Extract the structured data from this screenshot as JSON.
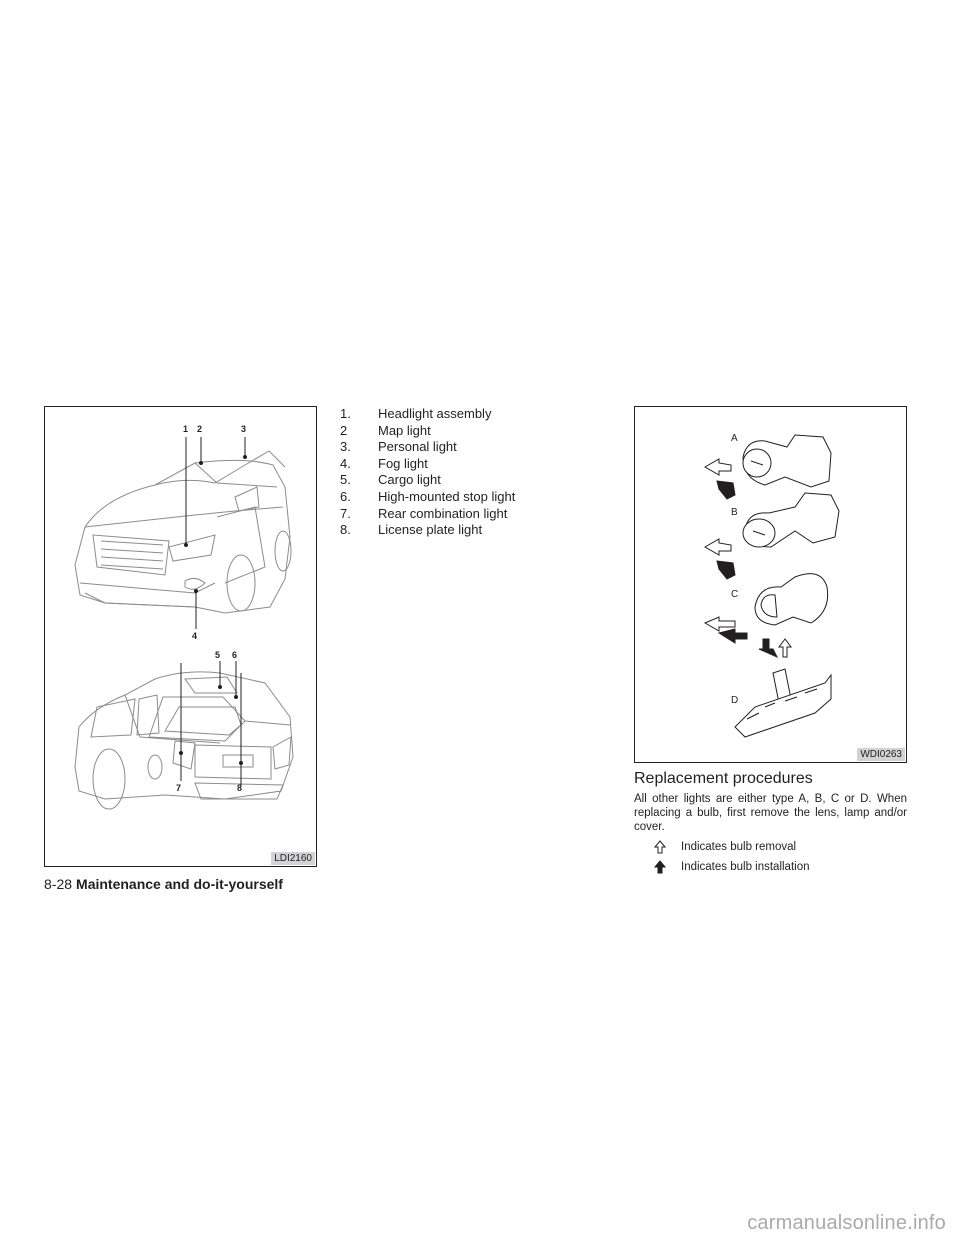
{
  "left_figure": {
    "callouts": [
      "1",
      "2",
      "3",
      "4",
      "5",
      "6",
      "7",
      "8"
    ],
    "code": "LDI2160"
  },
  "legend": [
    {
      "num": "1.",
      "text": "Headlight assembly"
    },
    {
      "num": "2",
      "text": "Map light"
    },
    {
      "num": "3.",
      "text": "Personal light"
    },
    {
      "num": "4.",
      "text": "Fog light"
    },
    {
      "num": "5.",
      "text": "Cargo light"
    },
    {
      "num": "6.",
      "text": "High-mounted stop light"
    },
    {
      "num": "7.",
      "text": "Rear combination light"
    },
    {
      "num": "8.",
      "text": "License plate light"
    }
  ],
  "right_figure": {
    "types": [
      "A",
      "B",
      "C",
      "D"
    ],
    "code": "WDI0263"
  },
  "section": {
    "heading": "Replacement procedures",
    "body": "All other lights are either type A, B, C or D. When replacing a bulb, first remove the lens, lamp and/or cover.",
    "indicators": [
      {
        "icon": "outline-up-arrow-icon",
        "text": "Indicates bulb removal"
      },
      {
        "icon": "filled-up-arrow-icon",
        "text": "Indicates bulb installation"
      }
    ]
  },
  "footer": {
    "page_number": "8-28",
    "chapter": "Maintenance and do-it-yourself"
  },
  "watermark": "carmanualsonline.info"
}
